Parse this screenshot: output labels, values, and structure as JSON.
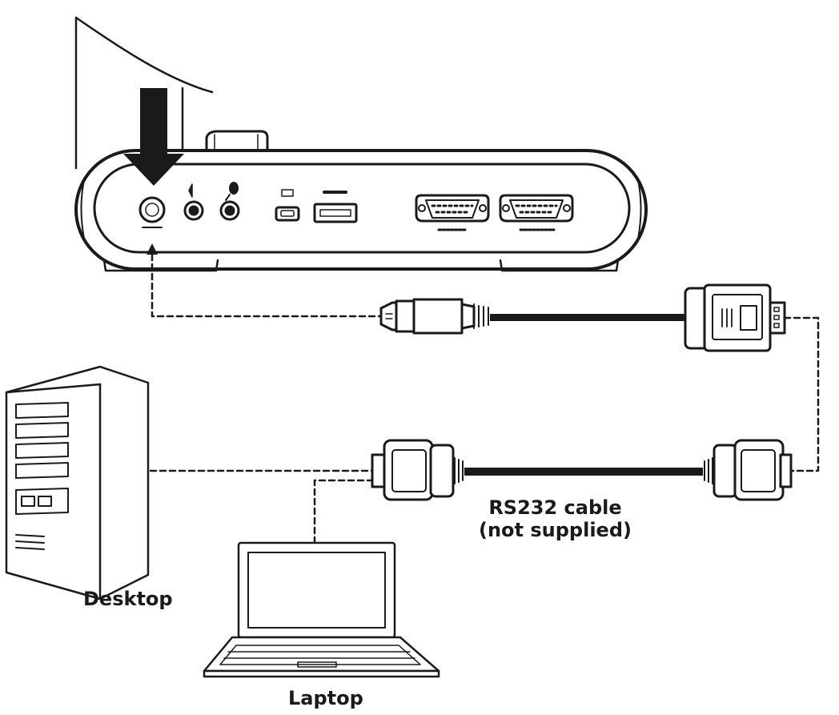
{
  "labels": {
    "desktop": "Desktop",
    "laptop": "Laptop",
    "cable_line1": "RS232 cable",
    "cable_line2": "(not supplied)"
  },
  "colors": {
    "ink": "#1a1a1a",
    "background": "#ffffff"
  },
  "icons": [
    "down-arrow-icon",
    "speaker-icon",
    "microphone-icon",
    "usb-icon"
  ]
}
